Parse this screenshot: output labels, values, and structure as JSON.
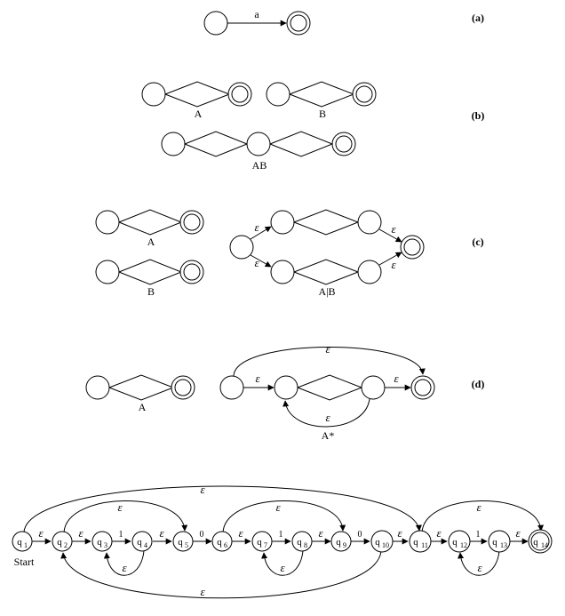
{
  "parts": {
    "a": {
      "tag": "(a)",
      "symbol": "a"
    },
    "b": {
      "tag": "(b)",
      "label_A": "A",
      "label_B": "B",
      "label_AB": "AB"
    },
    "c": {
      "tag": "(c)",
      "label_A": "A",
      "label_B": "B",
      "label_union": "A|B",
      "epsilon": "ε"
    },
    "d": {
      "tag": "(d)",
      "label_A": "A",
      "label_star": "A*",
      "epsilon": "ε"
    }
  },
  "chain": {
    "start_label": "Start",
    "epsilon": "ε",
    "states": [
      "1",
      "2",
      "3",
      "4",
      "5",
      "6",
      "7",
      "8",
      "9",
      "10",
      "11",
      "12",
      "13",
      "14"
    ],
    "state_prefix": "q",
    "accepting": "14",
    "symbols": {
      "q2_q3": "ε",
      "q3_q4": "1",
      "q4_q5": "ε",
      "q5_q6": "0",
      "q6_q7": "ε",
      "q7_q8": "1",
      "q8_q9": "ε",
      "q9_q10": "0",
      "q10_q11": "ε",
      "q11_q12": "ε",
      "q12_q13": "1",
      "q13_q14": "ε",
      "q1_q2": "ε"
    }
  }
}
